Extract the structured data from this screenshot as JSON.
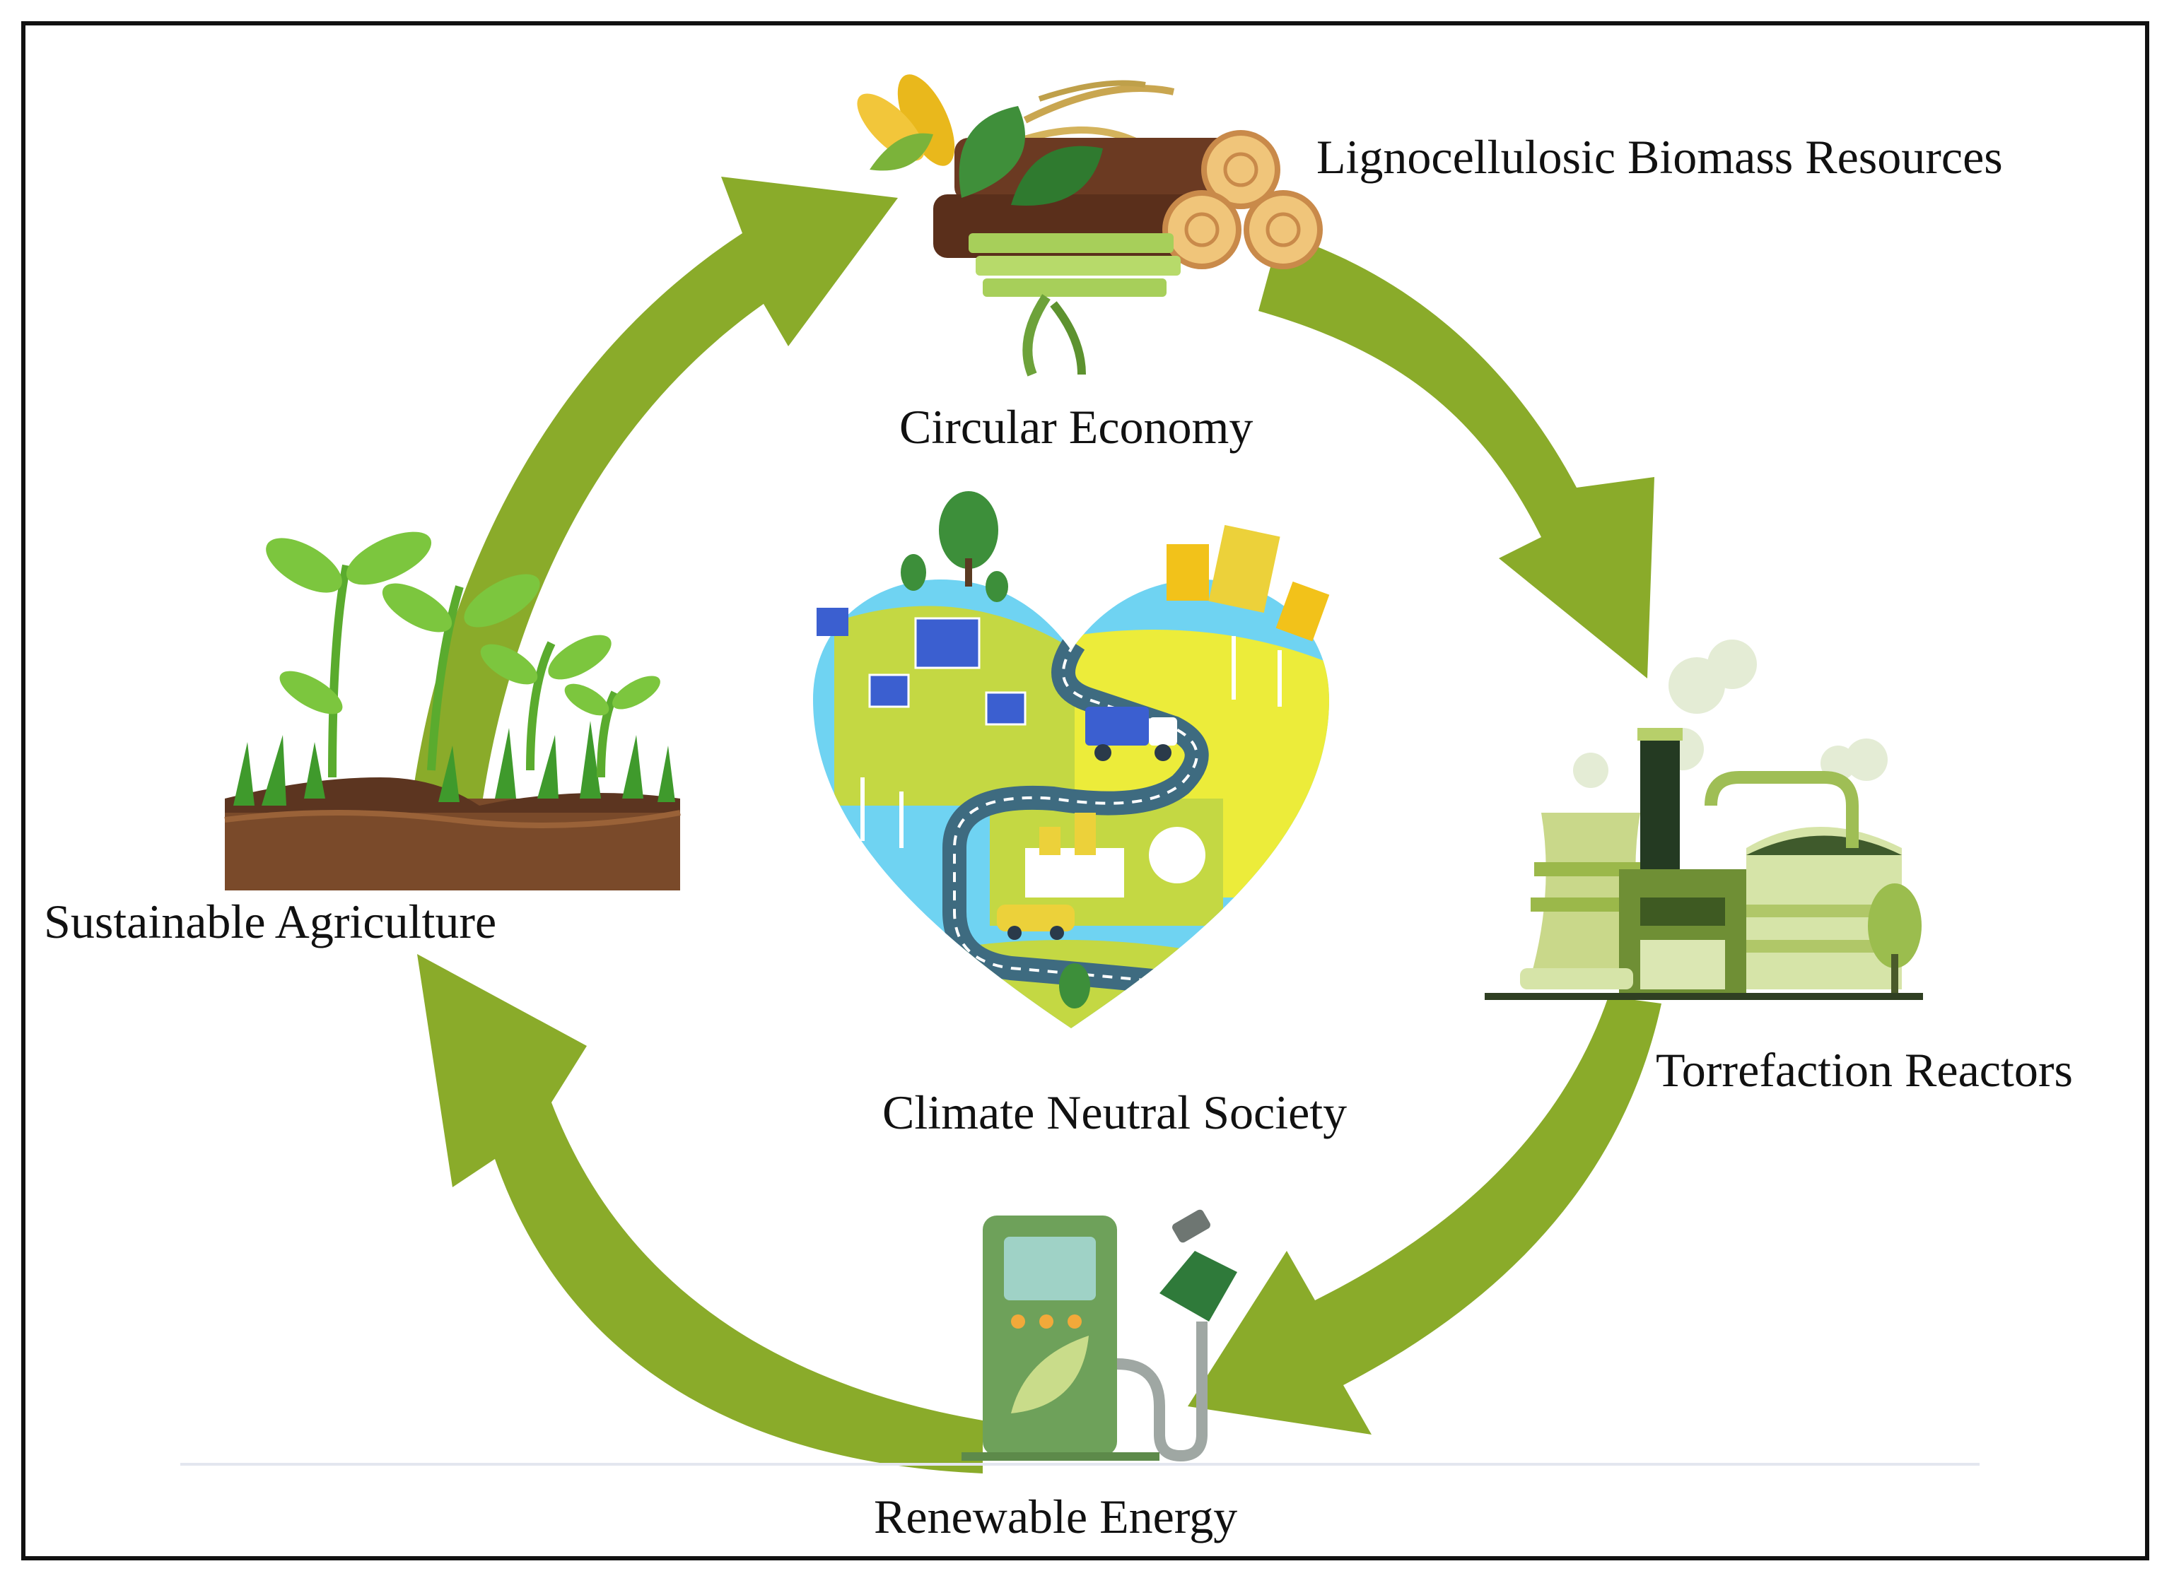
{
  "labels": {
    "lignocellulosic": "Lignocellulosic Biomass Resources",
    "circular_economy": "Circular Economy",
    "sustainable_agriculture": "Sustainable Agriculture",
    "torrefaction_reactors": "Torrefaction Reactors",
    "climate_neutral_society": "Climate Neutral Society",
    "renewable_energy": "Renewable Energy"
  },
  "colors": {
    "arrow": "#8aab2a",
    "frame": "#111111",
    "water": "#6fd3f2",
    "yellow": "#ecec3a",
    "grass": "#c4d843",
    "road": "#3e6b80",
    "soil": "#7a4a2a",
    "pump": "#6ea15a"
  },
  "icons": {
    "top": "biomass-logs-crops-icon",
    "left": "plant-seedlings-soil-icon",
    "right": "factory-reactor-icon",
    "bottom": "fuel-pump-icon",
    "center": "heart-city-landscape-icon"
  }
}
